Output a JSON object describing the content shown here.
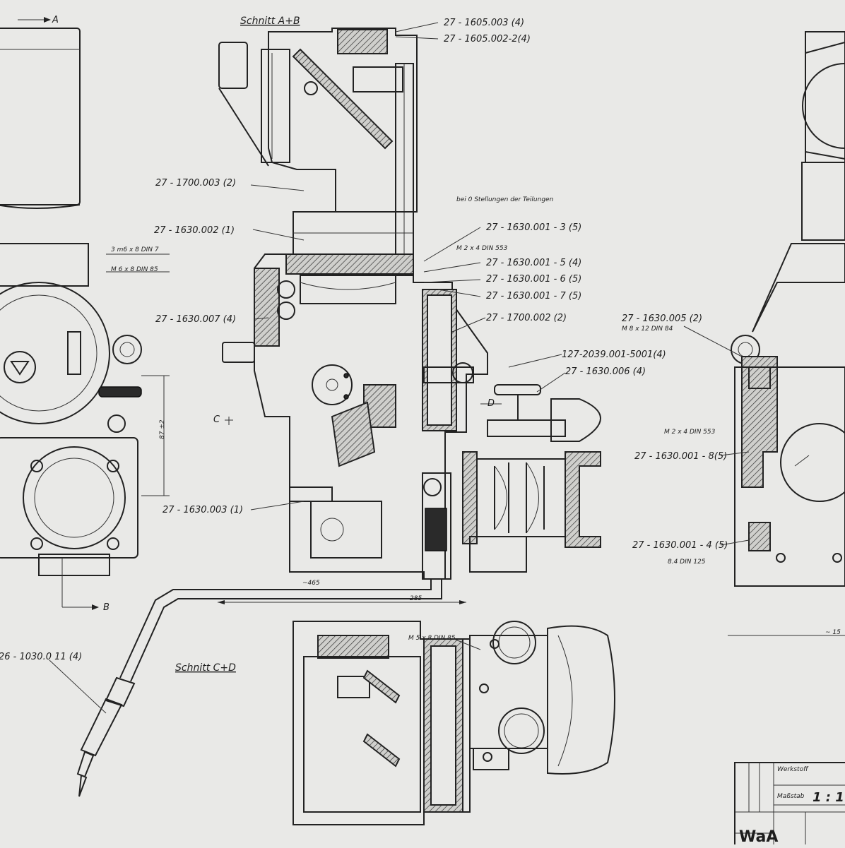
{
  "sections": {
    "ab": "Schnitt A+B",
    "cd": "Schnitt C+D"
  },
  "markers": {
    "a": "A",
    "b": "B",
    "c": "C",
    "d": "D"
  },
  "parts": {
    "p1605_003": "27 - 1605.003 (4)",
    "p1605_002": "27 - 1605.002-2(4)",
    "p1700_003": "27 - 1700.003  (2)",
    "p1630_002": "27 - 1630.002  (1)",
    "p1630_001_3": "27 - 1630.001 - 3 (5)",
    "p1630_001_5": "27 - 1630.001 - 5 (4)",
    "p1630_001_6": "27 - 1630.001 - 6 (5)",
    "p1630_001_7": "27 - 1630.001 - 7 (5)",
    "p1700_002": "27 - 1700.002 (2)",
    "p1630_007": "27 - 1630.007 (4)",
    "p2039": "127-2039.001-5001(4)",
    "p1630_006": "27 - 1630.006 (4)",
    "p1630_003": "27 - 1630.003  (1)",
    "p1630_005": "27 - 1630.005   (2)",
    "p1630_001_8": "27 - 1630.001 - 8(5)",
    "p1630_001_4": "27 - 1630.001 - 4 (5)",
    "p1030": "26 - 1030.0 11 (4)"
  },
  "notes": {
    "teilungen": "bei 0 Stellungen der Teilungen",
    "m2x4_a": "M 2 x 4  DIN 553",
    "m2x4_b": "M 2 x 4  DIN 553",
    "m8x12": "M 8 x 12  DIN 84",
    "m5x8": "M 5 x 8  DIN 85",
    "m6x8": "M 6 x 8  DIN 85",
    "m6x8_din7": "3 m6 x 8  DIN 7",
    "din125": "8.4  DIN 125",
    "dim_87": "87 ±2",
    "dim_285": "285",
    "dim_465": "~465",
    "dim_15": "~ 15"
  },
  "title_block": {
    "werkstoff": "Werkstoff",
    "massstab_label": "Maßstab",
    "scale": "1 : 1",
    "code": "WaA"
  }
}
